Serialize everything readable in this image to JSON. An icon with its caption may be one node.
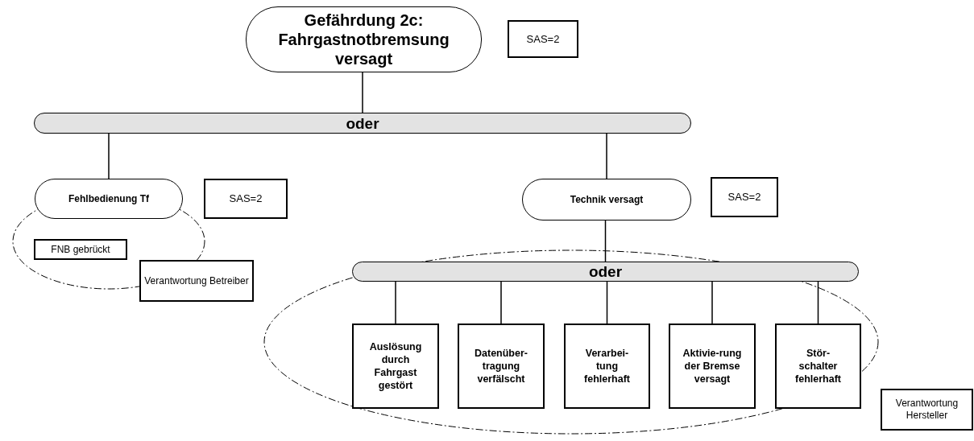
{
  "diagram": {
    "nodes": [
      {
        "text": [
          "Gefährdung 2c: Fahrgastnotbremsung versagt"
        ]
      },
      {
        "text": [
          "SAS=2"
        ]
      },
      {
        "text": [
          "oder"
        ]
      },
      {
        "text": [
          "Fehlbedienung Tf"
        ]
      },
      {
        "text": [
          "SAS=2"
        ]
      },
      {
        "text": [
          "Technik versagt"
        ]
      },
      {
        "text": [
          "SAS=2"
        ]
      },
      {
        "text": [],
        "shape": "ellipse"
      },
      {
        "text": [
          "FNB gebrückt"
        ],
        "in": 7
      },
      {
        "text": [
          "Verantwortung Betreiber"
        ]
      },
      {
        "text": [],
        "shape": "ellipse"
      },
      {
        "text": [
          "oder"
        ],
        "in": 10
      },
      {
        "text": [
          "Auslösung durch Fahrgast gestört"
        ],
        "in": 10
      },
      {
        "text": [
          "Datenüber- tragung verfälscht"
        ],
        "in": 10
      },
      {
        "text": [
          "Verarbei- tung fehlerhaft"
        ],
        "in": 10
      },
      {
        "text": [
          "Aktivie-rung der Bremse versagt"
        ],
        "in": 10
      },
      {
        "text": [
          "Stör- schalter fehlerhaft"
        ],
        "in": 10
      },
      {
        "text": [
          "Verantwortung Hersteller"
        ]
      }
    ],
    "edges": [
      {
        "from": 0,
        "to": 2,
        "arrow": "none"
      },
      {
        "from": 2,
        "to": 3,
        "arrow": "none"
      },
      {
        "from": 2,
        "to": 5,
        "arrow": "none"
      },
      {
        "from": 5,
        "to": 11,
        "arrow": "none"
      },
      {
        "from": 11,
        "to": 12,
        "arrow": "none"
      },
      {
        "from": 11,
        "to": 13,
        "arrow": "none"
      },
      {
        "from": 11,
        "to": 14,
        "arrow": "none"
      },
      {
        "from": 11,
        "to": 15,
        "arrow": "none"
      },
      {
        "from": 11,
        "to": 16,
        "arrow": "none"
      }
    ]
  }
}
